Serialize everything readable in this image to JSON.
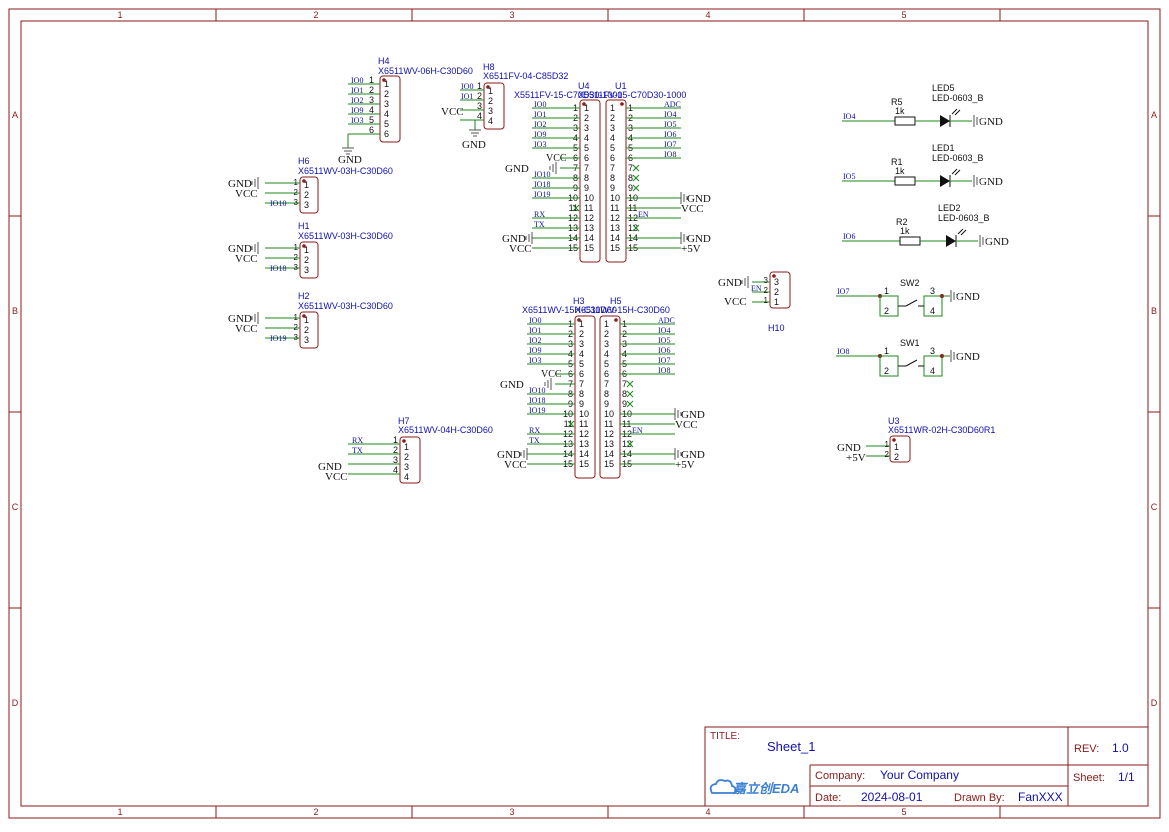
{
  "frame": {
    "columns": [
      "1",
      "2",
      "3",
      "4",
      "5"
    ],
    "rows": [
      "A",
      "B",
      "C",
      "D"
    ]
  },
  "title_block": {
    "title_label": "TITLE:",
    "title": "Sheet_1",
    "rev_label": "REV:",
    "rev": "1.0",
    "company_label": "Company:",
    "company": "Your Company",
    "sheet_label": "Sheet:",
    "sheet": "1/1",
    "date_label": "Date:",
    "date": "2024-08-01",
    "drawn_label": "Drawn By:",
    "drawn_by": "FanXXX",
    "logo_text": "嘉立创EDA"
  },
  "power": {
    "gnd": "GND",
    "vcc": "VCC",
    "p5v": "+5V",
    "en": "EN"
  },
  "pins15": [
    "1",
    "2",
    "3",
    "4",
    "5",
    "6",
    "7",
    "8",
    "9",
    "10",
    "11",
    "12",
    "13",
    "14",
    "15"
  ],
  "pins6": [
    "1",
    "2",
    "3",
    "4",
    "5",
    "6"
  ],
  "pins4": [
    "1",
    "2",
    "3",
    "4"
  ],
  "pins3": [
    "1",
    "2",
    "3"
  ],
  "pins2": [
    "1",
    "2"
  ],
  "components": {
    "H4": {
      "ref": "H4",
      "value": "X6511WV-06H-C30D60",
      "nets": [
        "IO0",
        "IO1",
        "IO2",
        "IO9",
        "IO3",
        ""
      ]
    },
    "H8": {
      "ref": "H8",
      "value": "X6511FV-04-C85D32",
      "nets": [
        "IO0",
        "IO1",
        "",
        ""
      ]
    },
    "H6": {
      "ref": "H6",
      "value": "X6511WV-03H-C30D60",
      "nets": [
        "",
        "",
        "IO10"
      ]
    },
    "H1": {
      "ref": "H1",
      "value": "X6511WV-03H-C30D60",
      "nets": [
        "",
        "",
        "IO18"
      ]
    },
    "H2": {
      "ref": "H2",
      "value": "X6511WV-03H-C30D60",
      "nets": [
        "",
        "",
        "IO19"
      ]
    },
    "H7": {
      "ref": "H7",
      "value": "X6511WV-04H-C30D60",
      "nets": [
        "RX",
        "TX",
        "",
        ""
      ]
    },
    "U4": {
      "ref": "U4",
      "value": "X5511FV-15-C70D30-1000",
      "nets": [
        "IO0",
        "IO1",
        "IO2",
        "IO9",
        "IO3",
        "",
        "",
        "IO10",
        "IO18",
        "IO19",
        "",
        "RX",
        "TX",
        "",
        ""
      ]
    },
    "U1": {
      "ref": "U1",
      "value": "X5511FV-15-C70D30-1000",
      "nets": [
        "ADC",
        "IO4",
        "IO5",
        "IO6",
        "IO7",
        "IO8",
        "",
        "",
        "",
        "",
        "",
        "EN",
        "",
        "",
        ""
      ]
    },
    "H3": {
      "ref": "H3",
      "value": "X6511WV-15H-C30D60",
      "nets": [
        "IO0",
        "IO1",
        "IO2",
        "IO9",
        "IO3",
        "",
        "",
        "IO10",
        "IO18",
        "IO19",
        "",
        "RX",
        "TX",
        "",
        ""
      ]
    },
    "H5": {
      "ref": "H5",
      "value": "X6511WV-15H-C30D60",
      "nets": [
        "ADC",
        "IO4",
        "IO5",
        "IO6",
        "IO7",
        "IO8",
        "",
        "",
        "",
        "",
        "",
        "EN",
        "",
        "",
        ""
      ]
    },
    "H10": {
      "ref": "H10",
      "value": ""
    },
    "U3": {
      "ref": "U3",
      "value": "X6511WR-02H-C30D60R1"
    },
    "R5": {
      "ref": "R5",
      "value": "1k",
      "net": "IO4"
    },
    "R1": {
      "ref": "R1",
      "value": "1k",
      "net": "IO5"
    },
    "R2": {
      "ref": "R2",
      "value": "1k",
      "net": "IO6"
    },
    "LED5": {
      "ref": "LED5",
      "value": "LED-0603_B"
    },
    "LED1": {
      "ref": "LED1",
      "value": "LED-0603_B"
    },
    "LED2": {
      "ref": "LED2",
      "value": "LED-0603_B"
    },
    "SW2": {
      "ref": "SW2",
      "net": "IO7"
    },
    "SW1": {
      "ref": "SW1",
      "net": "IO8"
    }
  }
}
